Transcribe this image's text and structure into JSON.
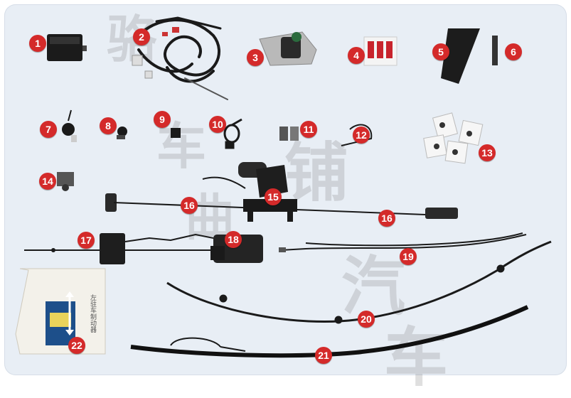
{
  "badges": [
    "1",
    "2",
    "3",
    "4",
    "5",
    "6",
    "7",
    "8",
    "9",
    "10",
    "11",
    "12",
    "13",
    "14",
    "15",
    "16",
    "16",
    "17",
    "18",
    "19",
    "20",
    "21",
    "22"
  ],
  "card_label": "左驻车制动器",
  "watermark": [
    "骆",
    "车",
    "曲",
    "铺",
    "汽",
    "车"
  ],
  "colors": {
    "badge": "#d42a2a",
    "panel": "#e8eef5",
    "part": "#1a1a1a"
  }
}
